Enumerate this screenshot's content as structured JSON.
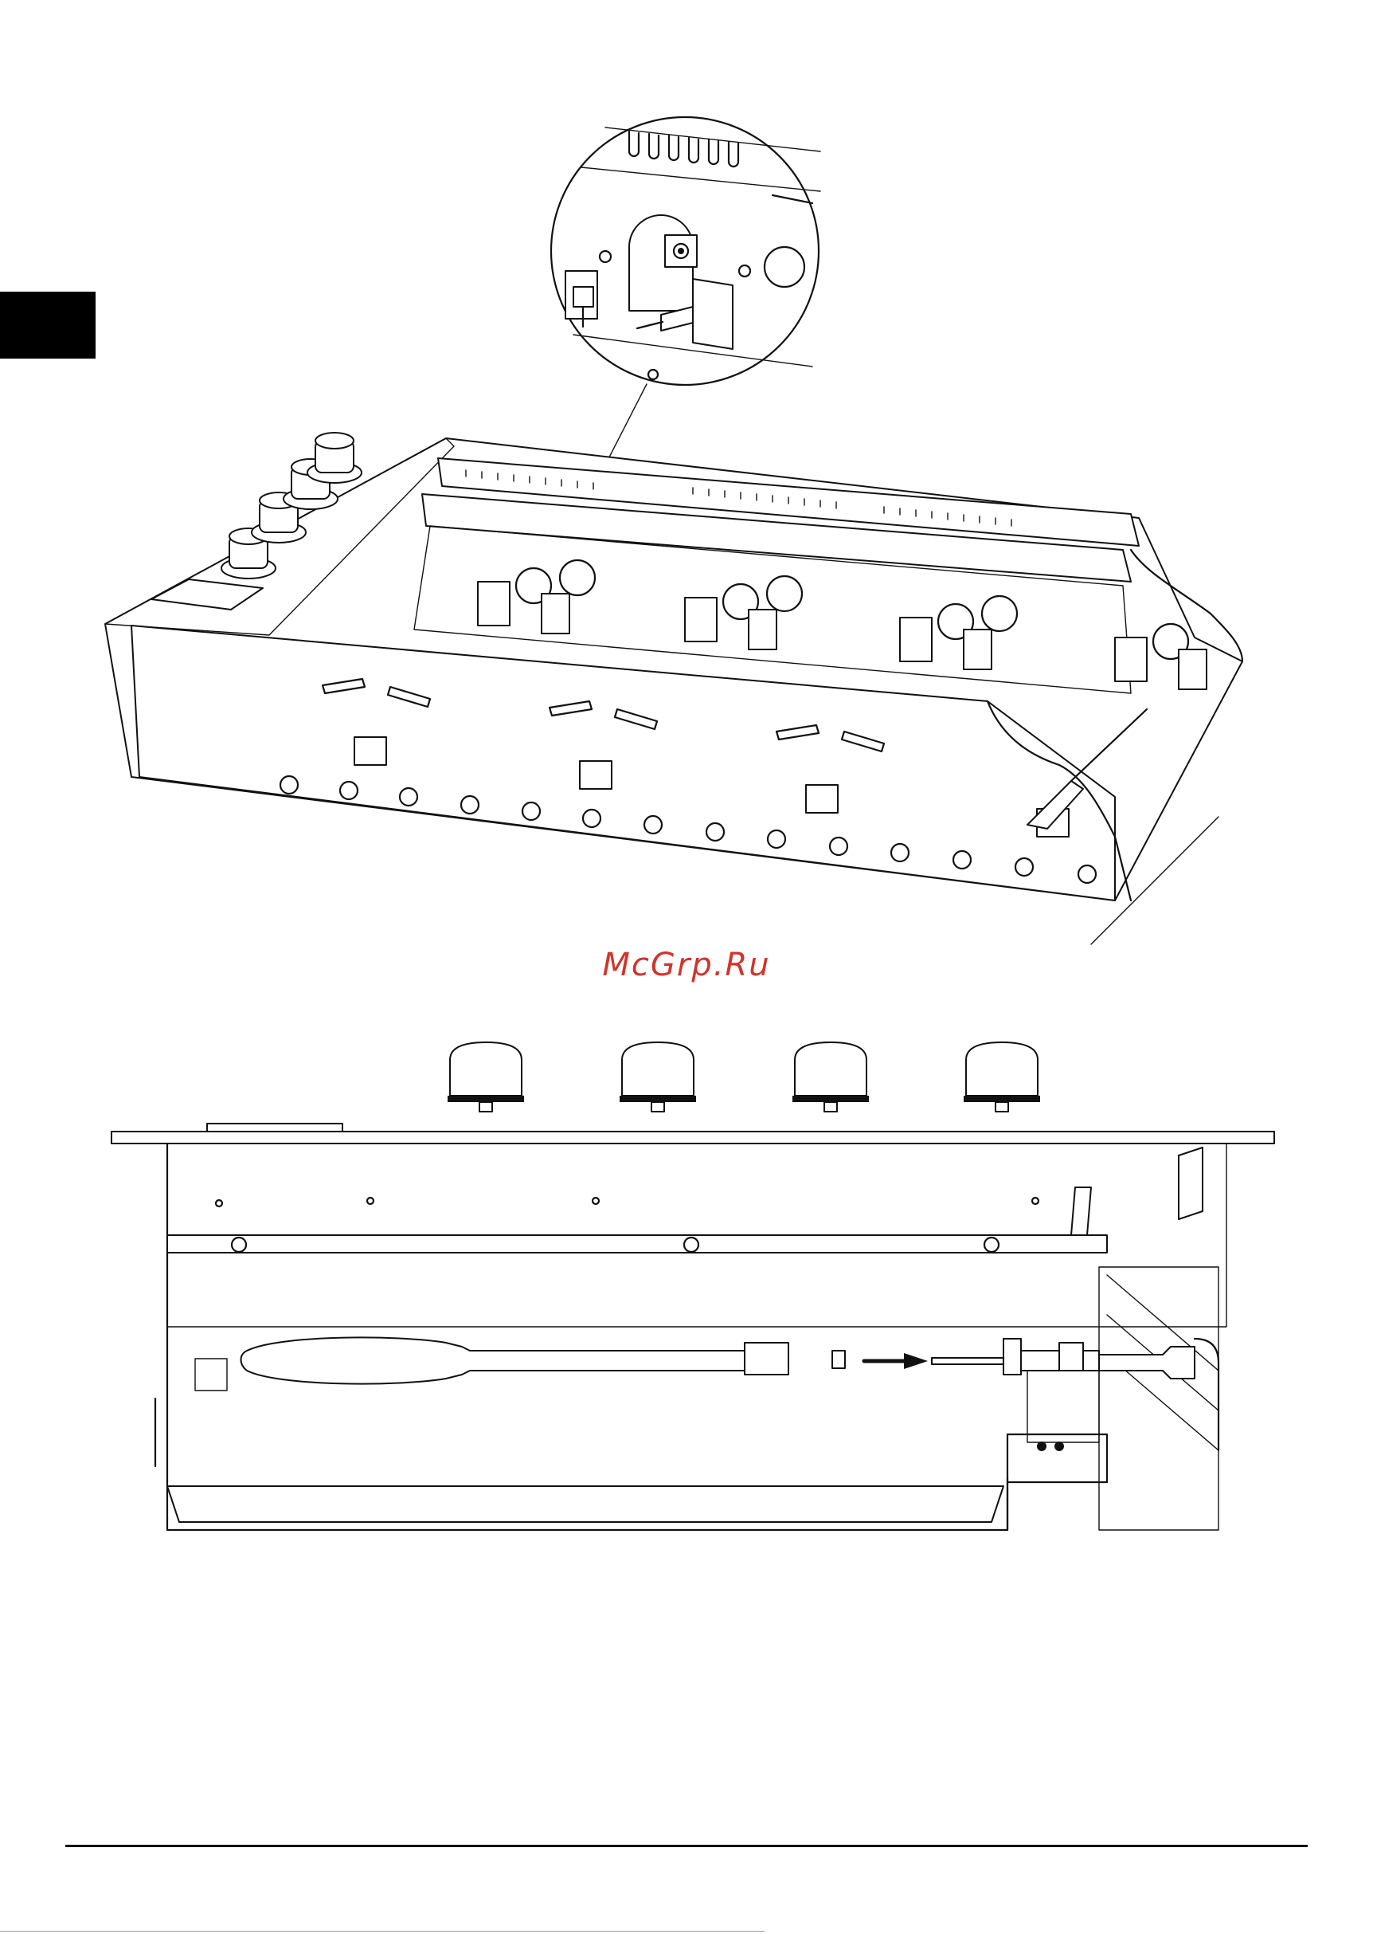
{
  "page": {
    "watermark": "McGrp.Ru"
  },
  "figures": [
    {
      "id": "fig-top",
      "icon": "hob-perspective-with-screwdriver-and-detail-magnifier"
    },
    {
      "id": "fig-bottom",
      "icon": "hob-cross-section-screwdriver-removing-injector"
    }
  ],
  "colors": {
    "watermark": "#d0342c",
    "ink": "#111111",
    "tab": "#000000"
  }
}
